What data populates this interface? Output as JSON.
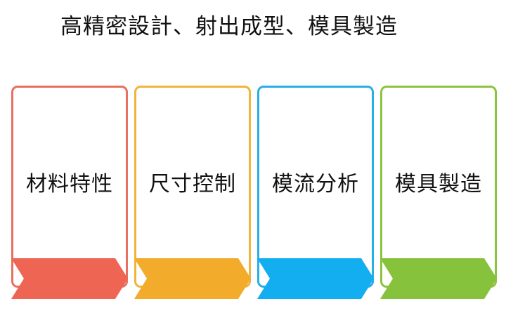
{
  "title": "高精密設計、射出成型、模具製造",
  "cards": [
    {
      "label": "材料特性",
      "color": "#e8705e",
      "arrow_color": "#ef6553"
    },
    {
      "label": "尺寸控制",
      "color": "#f0b43c",
      "arrow_color": "#f3ab2b"
    },
    {
      "label": "模流分析",
      "color": "#29aee6",
      "arrow_color": "#13aef0"
    },
    {
      "label": "模具製造",
      "color": "#8cc440",
      "arrow_color": "#86c23c"
    }
  ]
}
